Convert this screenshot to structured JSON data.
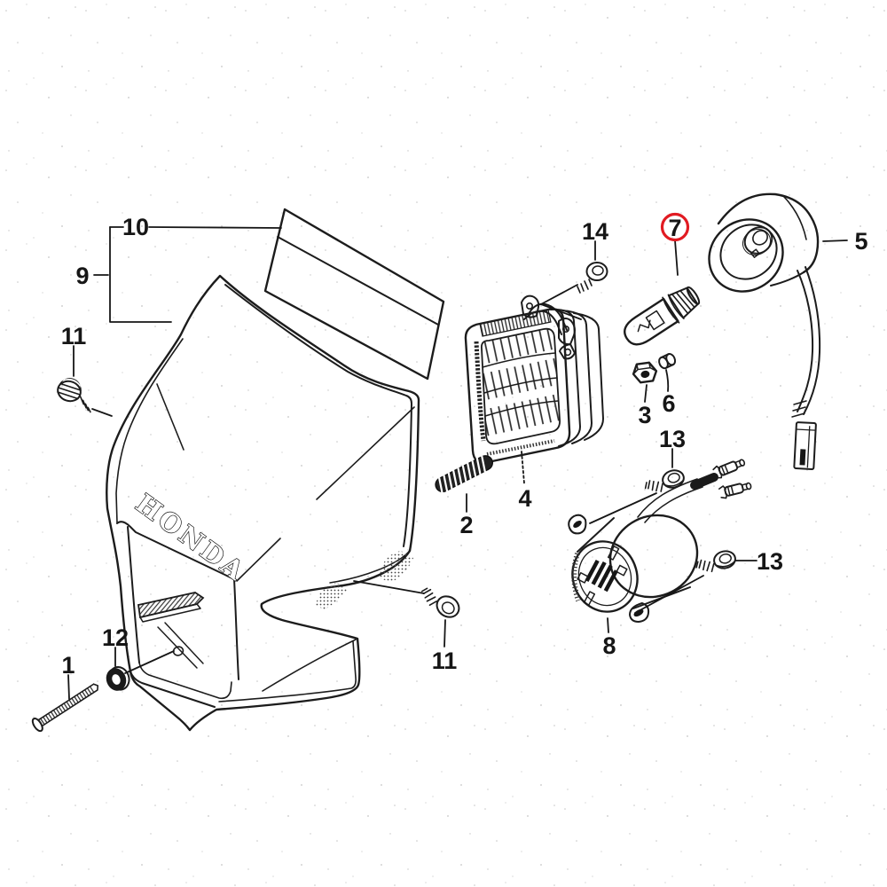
{
  "page": {
    "background": "#ffffff",
    "line_color": "#1c1c1c",
    "highlight_color": "#e11b22"
  },
  "diagram": {
    "kind": "exploded-parts-diagram",
    "subject": "headlight-visor-assembly",
    "brand_logo": "HONDA",
    "highlighted_callout": "7"
  },
  "callouts": [
    {
      "text": "1"
    },
    {
      "text": "2"
    },
    {
      "text": "3"
    },
    {
      "text": "4"
    },
    {
      "text": "5"
    },
    {
      "text": "6"
    },
    {
      "text": "7",
      "highlighted": true
    },
    {
      "text": "8"
    },
    {
      "text": "9"
    },
    {
      "text": "10"
    },
    {
      "text": "11"
    },
    {
      "text": "11"
    },
    {
      "text": "12"
    },
    {
      "text": "13"
    },
    {
      "text": "13"
    },
    {
      "text": "14"
    }
  ]
}
